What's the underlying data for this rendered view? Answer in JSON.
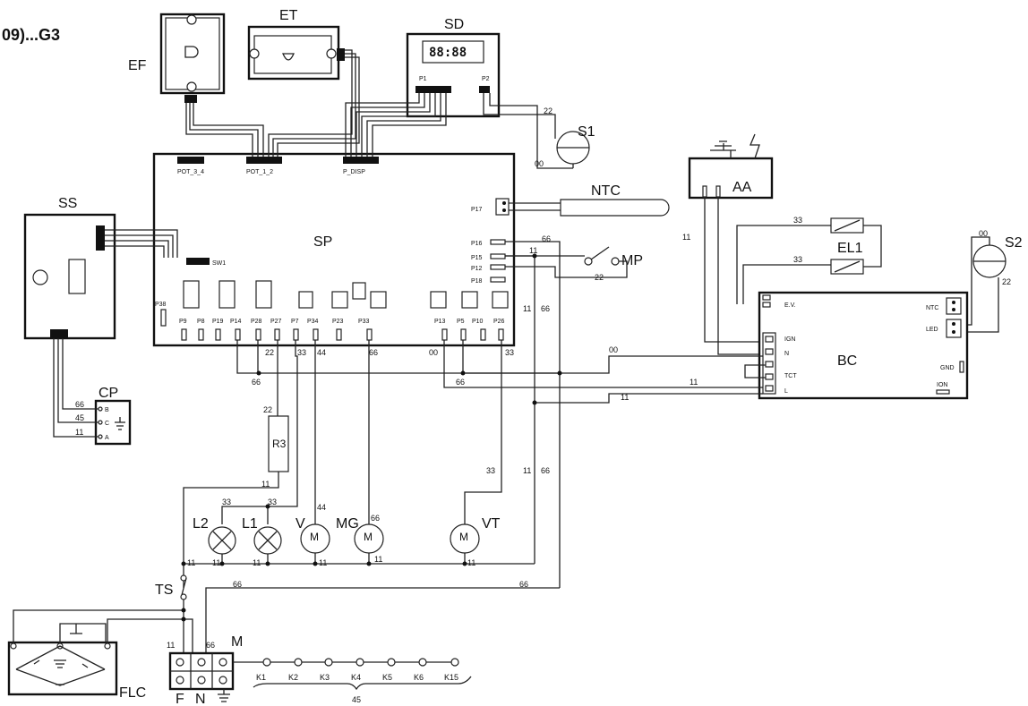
{
  "title": "09)...G3",
  "components": {
    "EF": "EF",
    "ET": "ET",
    "SD": "SD",
    "SD_display": "88:88",
    "SD_P1": "P1",
    "SD_P2": "P2",
    "S1": "S1",
    "S2": "S2",
    "NTC": "NTC",
    "MP": "MP",
    "AA": "AA",
    "EL1": "EL1",
    "BC": "BC",
    "SS": "SS",
    "SP": "SP",
    "CP": "CP",
    "R3": "R3",
    "L2": "L2",
    "L1": "L1",
    "V": "V",
    "MG": "MG",
    "VT": "VT",
    "TS": "TS",
    "FLC": "FLC",
    "M": "M"
  },
  "sp_connectors": {
    "top": [
      "POT_3_4",
      "POT_1_2",
      "P_DISP"
    ],
    "sw1": "SW1",
    "right": [
      "P17",
      "P16",
      "P15",
      "P12",
      "P18"
    ],
    "p38": "P38",
    "bottom": [
      "P9",
      "P8",
      "P19",
      "P14",
      "P28",
      "P27",
      "P7",
      "P34",
      "P23",
      "P33",
      "P13",
      "P5",
      "P10",
      "P26"
    ]
  },
  "bc_pins": {
    "ev": "E.V.",
    "ign": "IGN",
    "n": "N",
    "tct": "TCT",
    "l": "L",
    "ntc": "NTC",
    "led": "LED",
    "gnd": "GND",
    "ion": "ION"
  },
  "cp_pins": [
    "B",
    "C",
    "A"
  ],
  "terminal_block": {
    "labels": [
      "F",
      "N"
    ]
  },
  "k_terminals": [
    "K1",
    "K2",
    "K3",
    "K4",
    "K5",
    "K6",
    "K15"
  ],
  "k_common": "45",
  "wire_labels": {
    "s1_22": "22",
    "s1_00": "00",
    "aa_11": "11",
    "el_33a": "33",
    "el_33b": "33",
    "s2_00": "00",
    "s2_22": "22",
    "mp_22": "22",
    "r66": "66",
    "r11a": "11",
    "r11b": "11",
    "r66b": "66",
    "b22": "22",
    "b33": "33",
    "b44": "44",
    "b66": "66",
    "b00": "00",
    "b33v": "33",
    "h66": "66",
    "h66b": "66",
    "h00": "00",
    "h11a": "11",
    "h11b": "11",
    "r3_22": "22",
    "r3_11": "11",
    "l2_33": "33",
    "l1_33": "33",
    "v_44": "44",
    "mg_66": "66",
    "vt_33": "33",
    "vt_11v": "11",
    "vt_66v": "66",
    "vt_11": "11",
    "l2_11": "11",
    "l1_11": "11",
    "v_11": "11",
    "mg_11": "11",
    "ts_11": "11",
    "ts_66": "66",
    "ts_66b": "66",
    "m_11": "11",
    "m_66": "66",
    "cp_66": "66",
    "cp_45": "45",
    "cp_11": "11"
  }
}
